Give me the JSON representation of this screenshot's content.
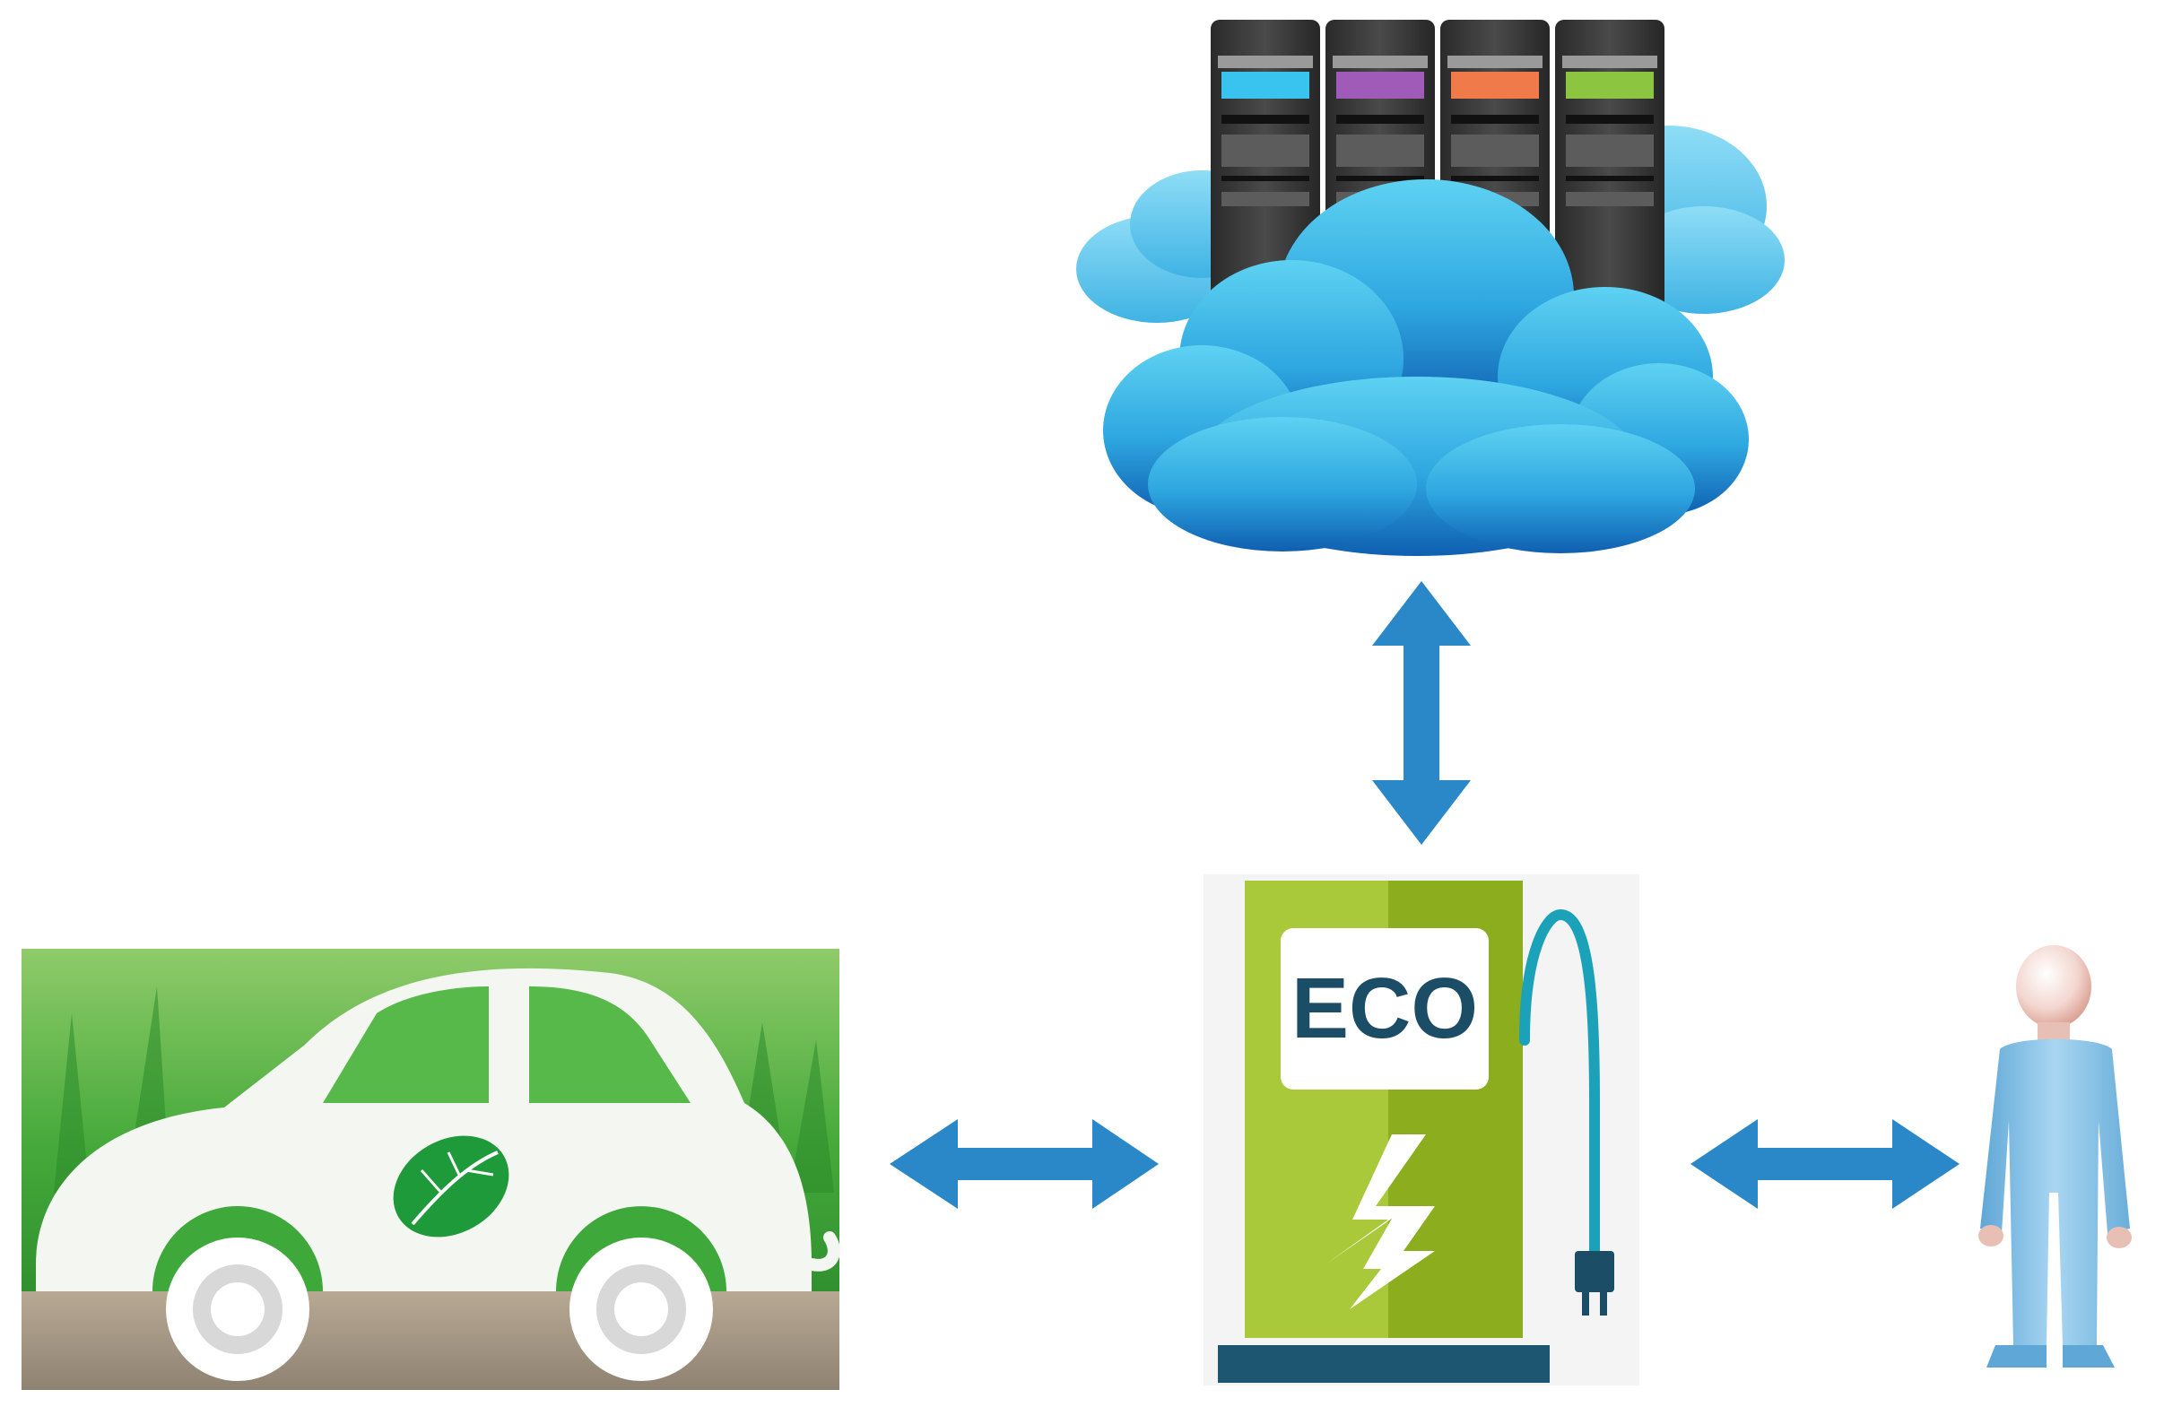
{
  "diagram": {
    "station_label": "ECO"
  },
  "nodes": {
    "cloud": {
      "icon": "cloud-server-icon"
    },
    "station": {
      "icon": "charging-station-icon"
    },
    "car": {
      "icon": "electric-car-icon"
    },
    "user": {
      "icon": "person-icon"
    }
  },
  "edges": [
    {
      "from": "cloud",
      "to": "station",
      "direction": "bidirectional"
    },
    {
      "from": "car",
      "to": "station",
      "direction": "bidirectional"
    },
    {
      "from": "station",
      "to": "user",
      "direction": "bidirectional"
    }
  ],
  "colors": {
    "arrow": "#2A87C8",
    "cloud_light": "#5ED2F2",
    "cloud_dark": "#1178C9",
    "station_light": "#A9C83A",
    "station_dark": "#8CAD1E",
    "station_base": "#1C5670",
    "cable": "#1BA2B8",
    "eco_text": "#1C4D66",
    "leaf": "#1E9A3A",
    "grass": "#3EA83A",
    "person": "#8BC3E6",
    "rack_accents": [
      "#39C4F0",
      "#A05AB8",
      "#F07A4A",
      "#8CC640"
    ]
  }
}
